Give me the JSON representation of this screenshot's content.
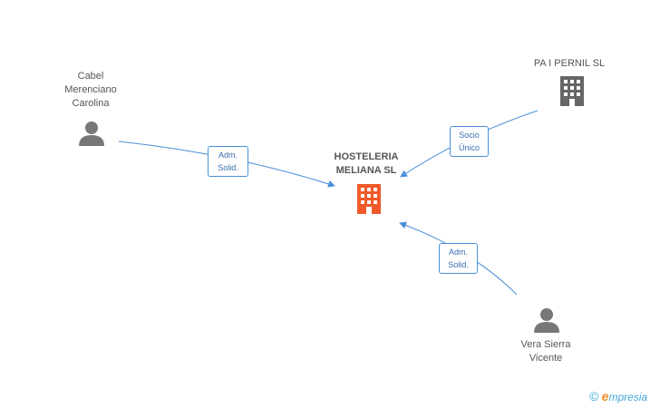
{
  "nodes": {
    "person_cabel": {
      "name": "Cabel\nMerenciano\nCarolina",
      "type": "person"
    },
    "company_center": {
      "name": "HOSTELERIA\nMELIANA SL",
      "type": "company"
    },
    "company_paipernil": {
      "name": "PA I PERNIL SL",
      "type": "company"
    },
    "person_vera": {
      "name": "Vera Sierra\nVicente",
      "type": "person"
    }
  },
  "edges": {
    "cabel_to_center": {
      "label": "Adm.\nSolid."
    },
    "paipernil_to_center": {
      "label": "Socio\nÚnico"
    },
    "vera_to_center": {
      "label": "Adm.\nSolid."
    }
  },
  "colors": {
    "person_icon": "#777777",
    "company_icon": "#666666",
    "center_company_icon": "#f05a28",
    "edge": "#4a90d9"
  },
  "brand": {
    "copyright": "©",
    "e": "e",
    "rest": "mpresia"
  }
}
